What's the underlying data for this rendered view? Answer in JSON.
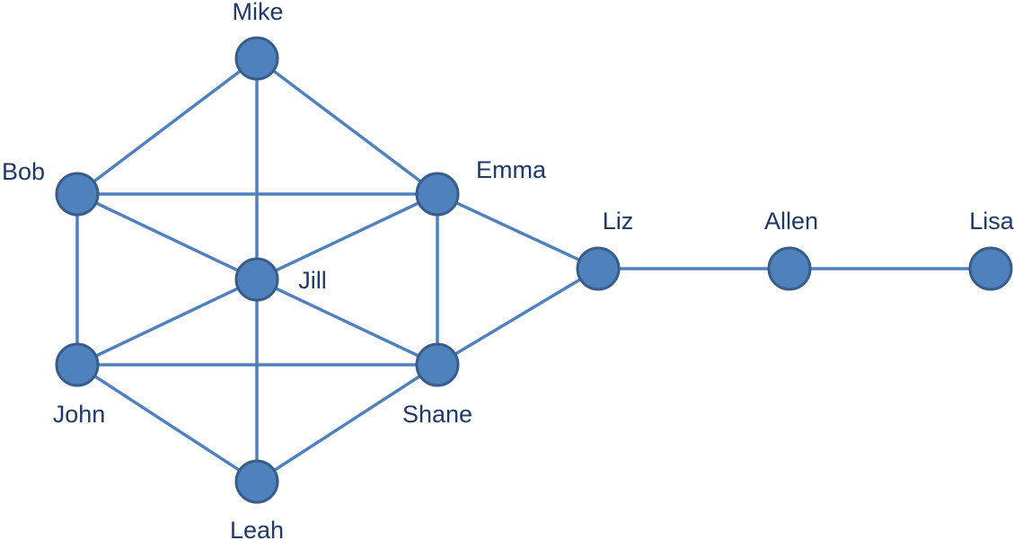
{
  "diagram": {
    "nodes": [
      {
        "id": "mike",
        "label": "Mike"
      },
      {
        "id": "bob",
        "label": "Bob"
      },
      {
        "id": "emma",
        "label": "Emma"
      },
      {
        "id": "jill",
        "label": "Jill"
      },
      {
        "id": "john",
        "label": "John"
      },
      {
        "id": "shane",
        "label": "Shane"
      },
      {
        "id": "leah",
        "label": "Leah"
      },
      {
        "id": "liz",
        "label": "Liz"
      },
      {
        "id": "allen",
        "label": "Allen"
      },
      {
        "id": "lisa",
        "label": "Lisa"
      }
    ],
    "edges": [
      [
        "mike",
        "bob"
      ],
      [
        "mike",
        "emma"
      ],
      [
        "mike",
        "jill"
      ],
      [
        "bob",
        "emma"
      ],
      [
        "bob",
        "jill"
      ],
      [
        "bob",
        "john"
      ],
      [
        "emma",
        "jill"
      ],
      [
        "emma",
        "shane"
      ],
      [
        "emma",
        "liz"
      ],
      [
        "jill",
        "john"
      ],
      [
        "jill",
        "shane"
      ],
      [
        "jill",
        "leah"
      ],
      [
        "john",
        "shane"
      ],
      [
        "john",
        "leah"
      ],
      [
        "shane",
        "leah"
      ],
      [
        "shane",
        "liz"
      ],
      [
        "liz",
        "allen"
      ],
      [
        "allen",
        "lisa"
      ]
    ],
    "colors": {
      "node_fill": "#4f81bd",
      "node_stroke": "#385d8a",
      "edge": "#4f81bd",
      "label": "#1f3864"
    }
  }
}
